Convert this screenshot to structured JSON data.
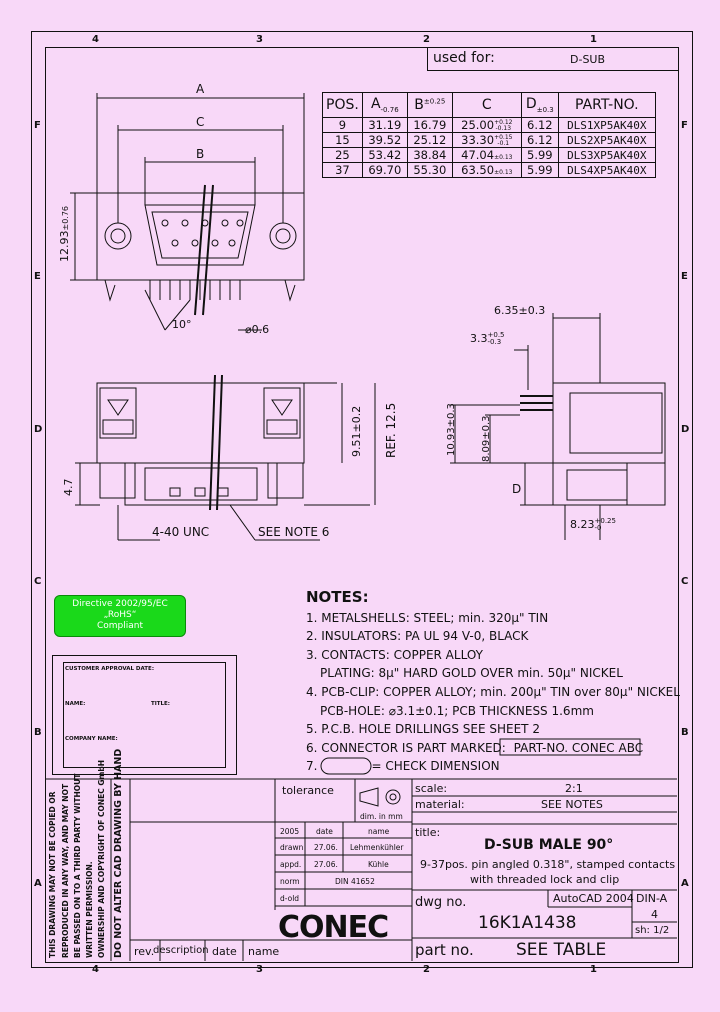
{
  "frame": {
    "cols_top": [
      "4",
      "3",
      "2",
      "1"
    ],
    "rows_left": [
      "F",
      "E",
      "D",
      "C",
      "B",
      "A"
    ],
    "used_for_label": "used for:",
    "used_for_value": "D-SUB"
  },
  "part_table": {
    "headers": [
      "POS.",
      "A",
      "-0.76",
      "B",
      "±0.25",
      "C",
      "D",
      "±0.3",
      "PART-NO."
    ],
    "rows": [
      {
        "pos": "9",
        "a": "31.19",
        "b": "16.79",
        "c": "25.00",
        "c_tol_up": "+0.12",
        "c_tol_dn": "-0.13",
        "d": "6.12",
        "part": "DLS1XP5AK40X"
      },
      {
        "pos": "15",
        "a": "39.52",
        "b": "25.12",
        "c": "33.30",
        "c_tol_up": "+0.15",
        "c_tol_dn": "-0.1",
        "d": "6.12",
        "part": "DLS2XP5AK40X"
      },
      {
        "pos": "25",
        "a": "53.42",
        "b": "38.84",
        "c": "47.04",
        "c_tol": "±0.13",
        "d": "5.99",
        "part": "DLS3XP5AK40X"
      },
      {
        "pos": "37",
        "a": "69.70",
        "b": "55.30",
        "c": "63.50",
        "c_tol": "±0.13",
        "d": "5.99",
        "part": "DLS4XP5AK40X"
      }
    ]
  },
  "dims": {
    "a": "A",
    "c": "C",
    "b": "B",
    "h": "12.93",
    "h_tol": "±0.76",
    "angle": "10°",
    "pin_dia": "⌀0.6",
    "thread": "4-40 UNC",
    "see_note": "SEE NOTE 6",
    "ref": "REF. 12.5",
    "d951": "9.51±0.2",
    "d47": "4.7",
    "d635": "6.35±0.3",
    "d33": "3.3",
    "d33_up": "+0.5",
    "d33_dn": "-0.3",
    "d1093": "10.93±0.3",
    "d809": "8.09±0.3",
    "d_label": "D",
    "d823": "8.23",
    "d823_up": "+0.25",
    "d823_dn": "-0"
  },
  "badge": {
    "line1": "Directive 2002/95/EC",
    "line2": "„RoHS“",
    "line3": "Compliant"
  },
  "approval": {
    "title": "CUSTOMER APPROVAL DATE:",
    "name": "NAME:",
    "title2": "TITLE:",
    "company": "COMPANY NAME:"
  },
  "notes": {
    "title": "NOTES:",
    "items": [
      "1. METALSHELLS: STEEL; min. 320µ\" TIN",
      "2. INSULATORS: PA UL 94 V-0, BLACK",
      "3. CONTACTS: COPPER ALLOY",
      "PLATING: 8µ\" HARD GOLD OVER min. 50µ\" NICKEL",
      "4. PCB-CLIP: COPPER ALLOY; min. 200µ\" TIN over 80µ\" NICKEL",
      "PCB-HOLE: ⌀3.1±0.1; PCB THICKNESS 1.6mm",
      "5. P.C.B. HOLE DRILLINGS SEE SHEET 2",
      "6. CONNECTOR IS PART MARKED:",
      "7.",
      "= CHECK DIMENSION"
    ],
    "marked": "PART-NO. CONEC ABC"
  },
  "titleblock": {
    "disclaimer1": "THIS DRAWING MAY NOT BE COPIED OR",
    "disclaimer2": "REPRODUCED IN ANY WAY, AND MAY NOT",
    "disclaimer3": "BE PASSED ON TO A THIRD PARTY WITHOUT",
    "disclaimer4": "WRITTEN PERMISSION.",
    "disclaimer5": "OWNERSHIP AND COPYRIGHT OF CONEC GmbH",
    "no_alter": "DO NOT ALTER CAD DRAWING BY HAND",
    "tolerance": "tolerance",
    "dim_in_mm": "dim. in mm",
    "year": "2005",
    "date_h": "date",
    "name_h": "name",
    "drawn": "drawn",
    "drawn_date": "27.06.",
    "drawn_name": "Lehmenkühler",
    "appd": "appd.",
    "appd_date": "27.06.",
    "appd_name": "Kühle",
    "norm": "norm",
    "norm_val": "DIN 41652",
    "d_old": "d-old",
    "logo": "CONEC",
    "scale_label": "scale:",
    "scale": "2:1",
    "material_label": "material:",
    "material": "SEE NOTES",
    "title_label": "title:",
    "title": "D-SUB MALE 90°",
    "title_sub1": "9-37pos. pin angled 0.318\", stamped contacts",
    "title_sub2": "with threaded lock and clip",
    "dwg_label": "dwg no.",
    "cad": "AutoCAD 2004",
    "din": "DIN-A",
    "din_size": "4",
    "dwg_no": "16K1A1438",
    "sheet": "sh: 1/2",
    "part_label": "part no.",
    "part_no": "SEE TABLE",
    "rev": "rev.",
    "description": "description",
    "date": "date",
    "name": "name"
  }
}
